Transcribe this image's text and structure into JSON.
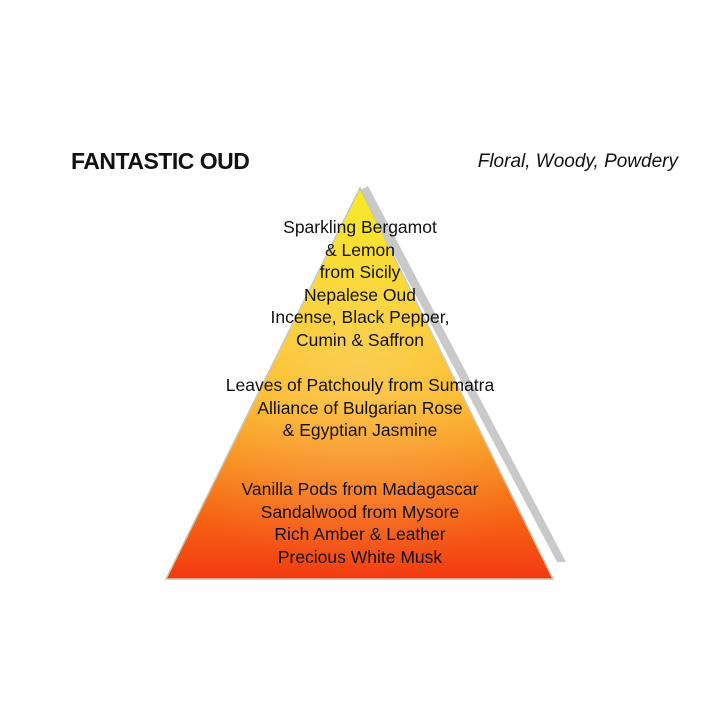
{
  "header": {
    "title": "FANTASTIC OUD",
    "subtitle": "Floral, Woody, Powdery"
  },
  "pyramid": {
    "colors": {
      "top": "#f7ea1a",
      "middle": "#fbb31a",
      "bottom": "#f33a12",
      "shadow": "#c9c9c9",
      "outline": "#c9c4b0"
    },
    "top_notes": [
      "Sparkling Bergamot",
      "& Lemon",
      "from Sicily",
      "Nepalese Oud",
      "Incense, Black Pepper,",
      "Cumin & Saffron"
    ],
    "heart_notes": [
      "Leaves of Patchouly from Sumatra",
      "Alliance of Bulgarian Rose",
      "& Egyptian Jasmine"
    ],
    "base_notes": [
      "Vanilla Pods from Madagascar",
      "Sandalwood from Mysore",
      "Rich Amber & Leather",
      "Precious White Musk"
    ]
  }
}
